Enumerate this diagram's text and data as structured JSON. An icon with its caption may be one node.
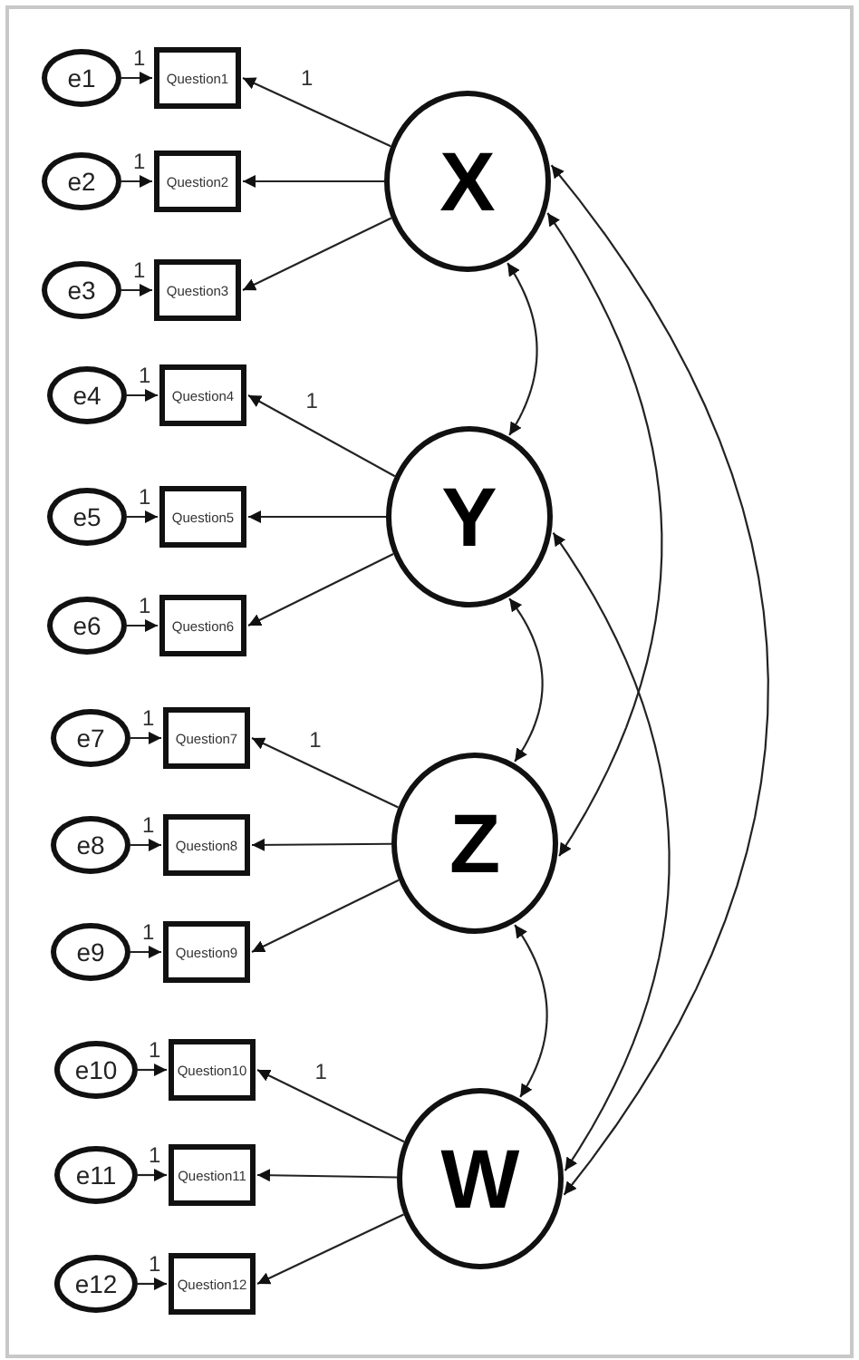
{
  "diagram": {
    "nodes": [
      {
        "text": [
          "e1"
        ]
      },
      {
        "text": [
          "e2"
        ]
      },
      {
        "text": [
          "e3"
        ]
      },
      {
        "text": [
          "e4"
        ]
      },
      {
        "text": [
          "e5"
        ]
      },
      {
        "text": [
          "e6"
        ]
      },
      {
        "text": [
          "e7"
        ]
      },
      {
        "text": [
          "e8"
        ]
      },
      {
        "text": [
          "e9"
        ]
      },
      {
        "text": [
          "e10"
        ]
      },
      {
        "text": [
          "e11"
        ]
      },
      {
        "text": [
          "e12"
        ]
      },
      {
        "text": [
          "Question1"
        ]
      },
      {
        "text": [
          "Question2"
        ]
      },
      {
        "text": [
          "Question3"
        ]
      },
      {
        "text": [
          "Question4"
        ]
      },
      {
        "text": [
          "Question5"
        ]
      },
      {
        "text": [
          "Question6"
        ]
      },
      {
        "text": [
          "Question7"
        ]
      },
      {
        "text": [
          "Question8"
        ]
      },
      {
        "text": [
          "Question9"
        ]
      },
      {
        "text": [
          "Question10"
        ]
      },
      {
        "text": [
          "Question11"
        ]
      },
      {
        "text": [
          "Question12"
        ]
      },
      {
        "text": [
          "X"
        ]
      },
      {
        "text": [
          "Y"
        ]
      },
      {
        "text": [
          "Z"
        ]
      },
      {
        "text": [
          "W"
        ]
      }
    ],
    "edges": [
      {
        "from": 0,
        "to": 12,
        "arrow": "to",
        "label": "1"
      },
      {
        "from": 1,
        "to": 13,
        "arrow": "to",
        "label": "1"
      },
      {
        "from": 2,
        "to": 14,
        "arrow": "to",
        "label": "1"
      },
      {
        "from": 3,
        "to": 15,
        "arrow": "to",
        "label": "1"
      },
      {
        "from": 4,
        "to": 16,
        "arrow": "to",
        "label": "1"
      },
      {
        "from": 5,
        "to": 17,
        "arrow": "to",
        "label": "1"
      },
      {
        "from": 6,
        "to": 18,
        "arrow": "to",
        "label": "1"
      },
      {
        "from": 7,
        "to": 19,
        "arrow": "to",
        "label": "1"
      },
      {
        "from": 8,
        "to": 20,
        "arrow": "to",
        "label": "1"
      },
      {
        "from": 9,
        "to": 21,
        "arrow": "to",
        "label": "1"
      },
      {
        "from": 10,
        "to": 22,
        "arrow": "to",
        "label": "1"
      },
      {
        "from": 11,
        "to": 23,
        "arrow": "to",
        "label": "1"
      },
      {
        "from": 24,
        "to": 12,
        "arrow": "to",
        "label": "1"
      },
      {
        "from": 24,
        "to": 13,
        "arrow": "to"
      },
      {
        "from": 24,
        "to": 14,
        "arrow": "to"
      },
      {
        "from": 25,
        "to": 15,
        "arrow": "to",
        "label": "1"
      },
      {
        "from": 25,
        "to": 16,
        "arrow": "to"
      },
      {
        "from": 25,
        "to": 17,
        "arrow": "to"
      },
      {
        "from": 26,
        "to": 18,
        "arrow": "to",
        "label": "1"
      },
      {
        "from": 26,
        "to": 19,
        "arrow": "to"
      },
      {
        "from": 26,
        "to": 20,
        "arrow": "to"
      },
      {
        "from": 27,
        "to": 21,
        "arrow": "to",
        "label": "1"
      },
      {
        "from": 27,
        "to": 22,
        "arrow": "to"
      },
      {
        "from": 27,
        "to": 23,
        "arrow": "to"
      },
      {
        "from": 24,
        "to": 25,
        "arrow": "both"
      },
      {
        "from": 25,
        "to": 26,
        "arrow": "both"
      },
      {
        "from": 26,
        "to": 27,
        "arrow": "both"
      },
      {
        "from": 24,
        "to": 26,
        "arrow": "both"
      },
      {
        "from": 25,
        "to": 27,
        "arrow": "both"
      },
      {
        "from": 24,
        "to": 27,
        "arrow": "both"
      }
    ]
  }
}
